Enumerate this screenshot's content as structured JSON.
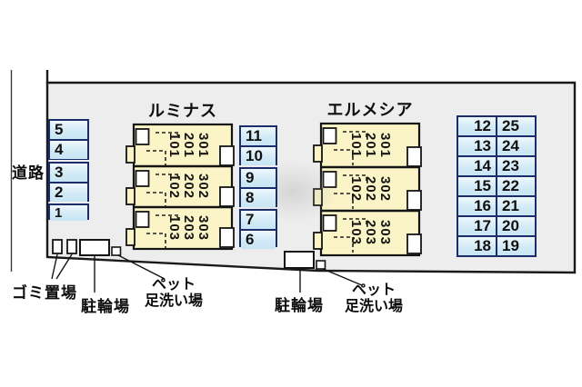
{
  "site": {
    "road_label": "道路"
  },
  "buildings": [
    {
      "name": "ルミナス",
      "units": [
        {
          "rooms": [
            "301",
            "201",
            "101"
          ]
        },
        {
          "rooms": [
            "302",
            "202",
            "102"
          ]
        },
        {
          "rooms": [
            "303",
            "203",
            "103"
          ]
        }
      ]
    },
    {
      "name": "エルメシア",
      "units": [
        {
          "rooms": [
            "301",
            "201",
            "101"
          ]
        },
        {
          "rooms": [
            "302",
            "202",
            "102"
          ]
        },
        {
          "rooms": [
            "303",
            "203",
            "103"
          ]
        }
      ]
    }
  ],
  "parking": {
    "left_column": [
      "5",
      "4",
      "3",
      "2",
      "1"
    ],
    "middle_column": [
      "11",
      "10",
      "9",
      "8",
      "7",
      "6"
    ],
    "right_table": [
      [
        "12",
        "25"
      ],
      [
        "13",
        "24"
      ],
      [
        "14",
        "23"
      ],
      [
        "15",
        "22"
      ],
      [
        "16",
        "21"
      ],
      [
        "17",
        "20"
      ],
      [
        "18",
        "19"
      ]
    ]
  },
  "annotations": {
    "garbage_label": "ゴミ置場",
    "bike_left_label": "駐輪場",
    "bike_right_label": "駐輪場",
    "pet_left_line1": "ペット",
    "pet_left_line2": "足洗い場",
    "pet_right_line1": "ペット",
    "pet_right_line2": "足洗い場"
  },
  "colors": {
    "site_fill": "#ededed",
    "building_fill": "#fbf4c6",
    "parking_cell_fill": "#d2eaf6",
    "parking_border": "#1b2d6b",
    "outline": "#141414"
  }
}
